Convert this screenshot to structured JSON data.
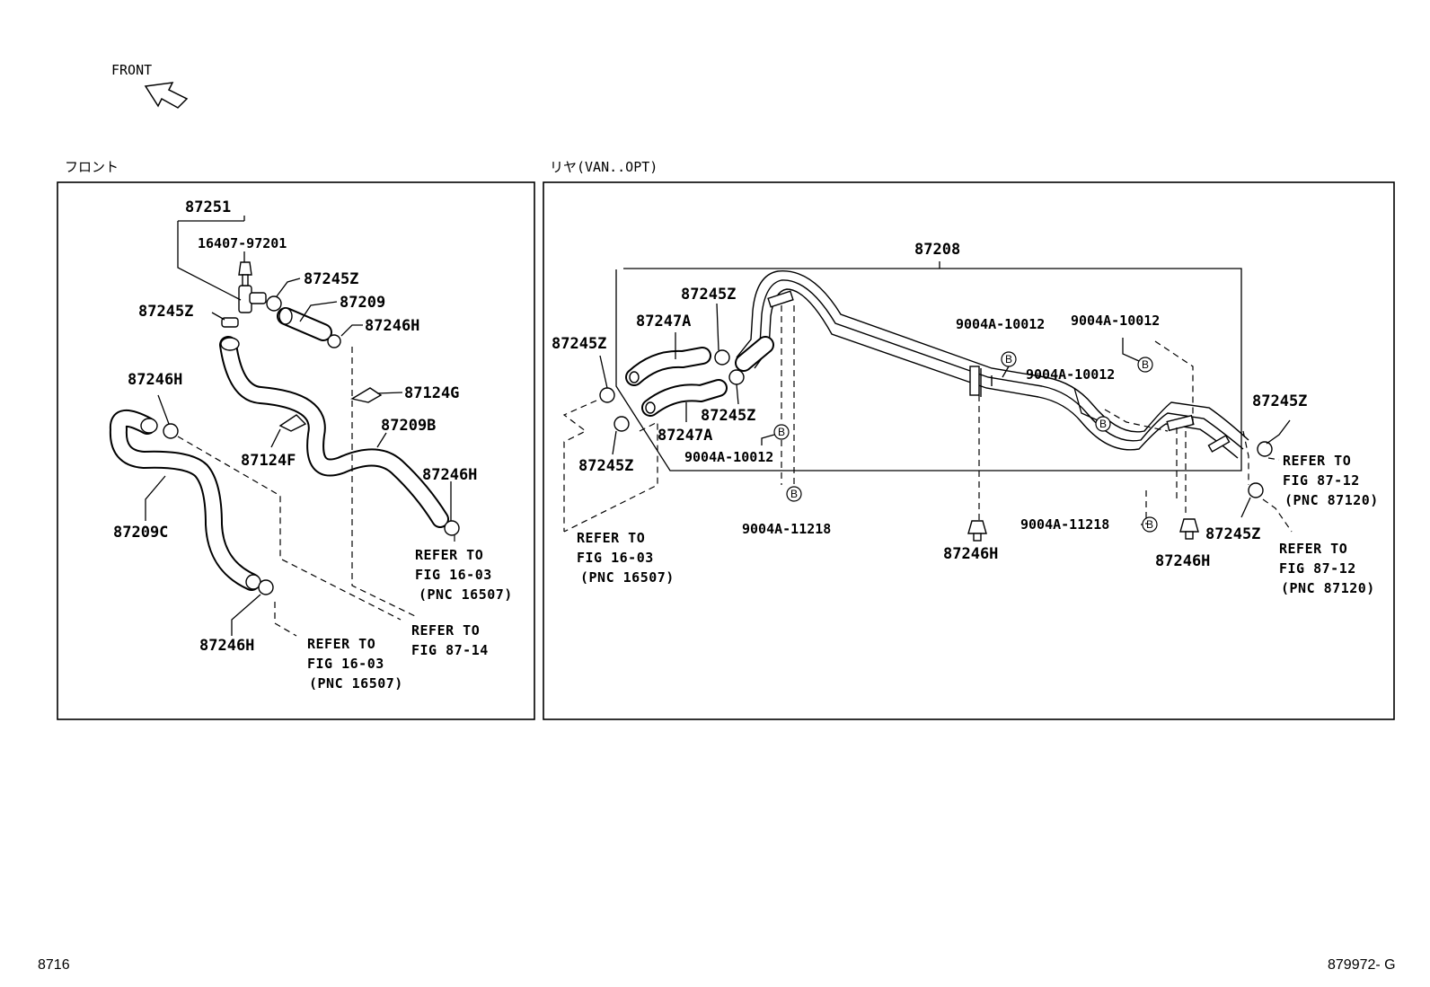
{
  "header": {
    "front_label": "FRONT"
  },
  "panels": {
    "front": {
      "title": "フロント"
    },
    "rear": {
      "title": "リヤ(VAN..OPT)"
    }
  },
  "callouts": {
    "front": {
      "p87251": "87251",
      "p16407": "16407-97201",
      "p87245z_a": "87245Z",
      "p87245z_b": "87245Z",
      "p87209": "87209",
      "p87246h_a": "87246H",
      "p87246h_b": "87246H",
      "p87124g": "87124G",
      "p87209b": "87209B",
      "p87124f": "87124F",
      "p87246h_c": "87246H",
      "p87209c": "87209C",
      "p87246h_d": "87246H"
    },
    "rear": {
      "p87208": "87208",
      "p87245z_a": "87245Z",
      "p87247a_a": "87247A",
      "p87245z_b": "87245Z",
      "p87245z_c": "87245Z",
      "p87247a_b": "87247A",
      "p9004a_a": "9004A-10012",
      "p87245z_d": "87245Z",
      "p9004a_b": "9004A-11218",
      "p9004a_c": "9004A-10012",
      "p9004a_d": "9004A-10012",
      "p9004a_e": "9004A-10012",
      "p87246h_a": "87246H",
      "p9004a_f": "9004A-11218",
      "p87246h_b": "87246H",
      "p87245z_e": "87245Z",
      "p87245z_f": "87245Z"
    }
  },
  "references": {
    "front_ref_a": [
      "REFER TO",
      "FIG 16-03",
      "(PNC 16507)"
    ],
    "front_ref_b": [
      "REFER TO",
      "FIG 87-14"
    ],
    "front_ref_c": [
      "REFER TO",
      "FIG 16-03",
      "(PNC 16507)"
    ],
    "rear_ref_a": [
      "REFER TO",
      "FIG 16-03",
      "(PNC 16507)"
    ],
    "rear_ref_b": [
      "REFER TO",
      "FIG 87-12",
      "(PNC 87120)"
    ],
    "rear_ref_c": [
      "REFER TO",
      "FIG 87-12",
      "(PNC 87120)"
    ]
  },
  "marker_letter": "B",
  "footer": {
    "left": "8716",
    "right": "879972- G"
  }
}
